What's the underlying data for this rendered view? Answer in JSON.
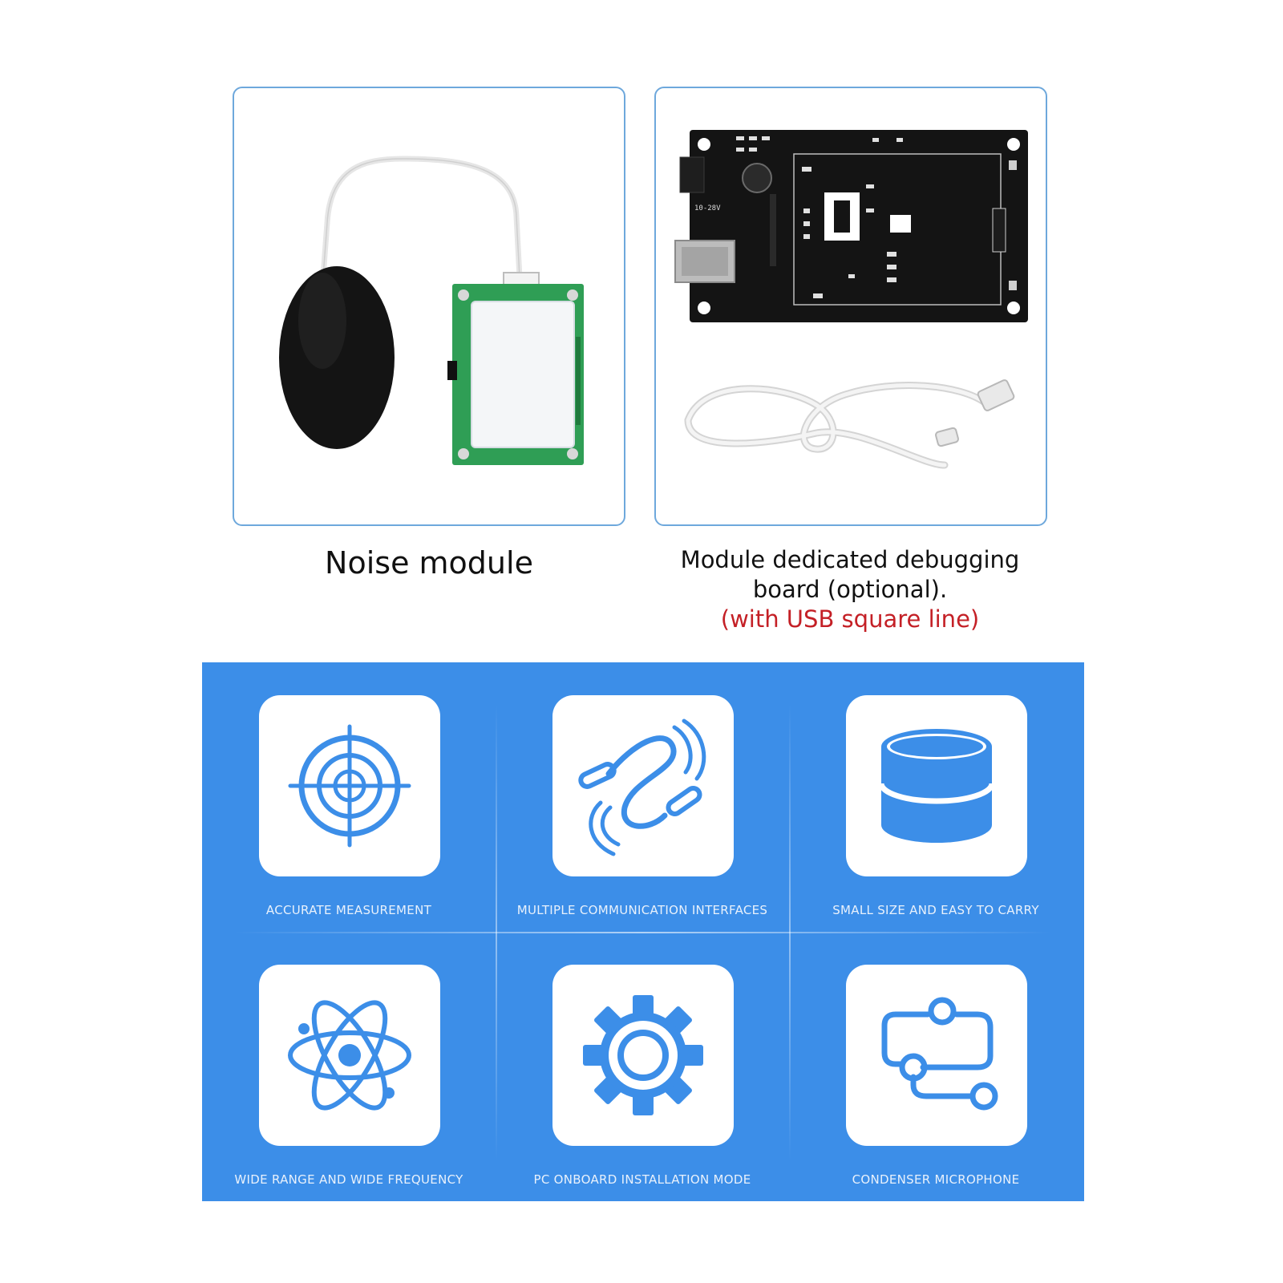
{
  "products": [
    {
      "caption": "Noise module"
    },
    {
      "caption_line1": "Module dedicated debugging",
      "caption_line2": "board (optional).",
      "caption_note": "(with USB square line)",
      "board_label": "10-28V"
    }
  ],
  "features": [
    {
      "label": "ACCURATE MEASUREMENT",
      "icon": "target-icon"
    },
    {
      "label": "MULTIPLE COMMUNICATION INTERFACES",
      "icon": "cable-icon"
    },
    {
      "label": "SMALL SIZE AND EASY TO CARRY",
      "icon": "database-icon"
    },
    {
      "label": "WIDE RANGE AND WIDE FREQUENCY",
      "icon": "atom-icon"
    },
    {
      "label": "PC ONBOARD INSTALLATION MODE",
      "icon": "gear-icon"
    },
    {
      "label": "CONDENSER MICROPHONE",
      "icon": "circuit-flow-icon"
    }
  ],
  "colors": {
    "feature_bg": "#3c8ee8",
    "icon": "#3c8ee8",
    "panel_border": "#6ea8dc",
    "note": "#c42026"
  }
}
